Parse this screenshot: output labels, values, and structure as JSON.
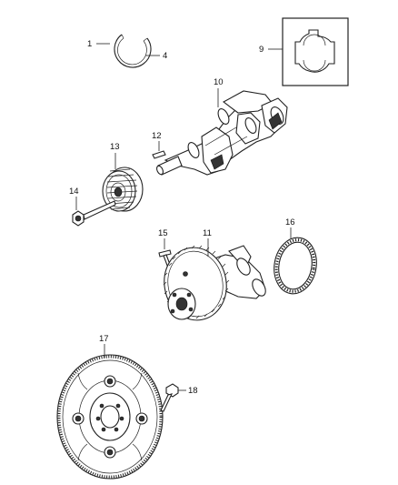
{
  "callouts": {
    "c1": "1",
    "c4": "4",
    "c9": "9",
    "c10": "10",
    "c11": "11",
    "c12": "12",
    "c13": "13",
    "c14": "14",
    "c15": "15",
    "c16": "16",
    "c17": "17",
    "c18": "18"
  }
}
